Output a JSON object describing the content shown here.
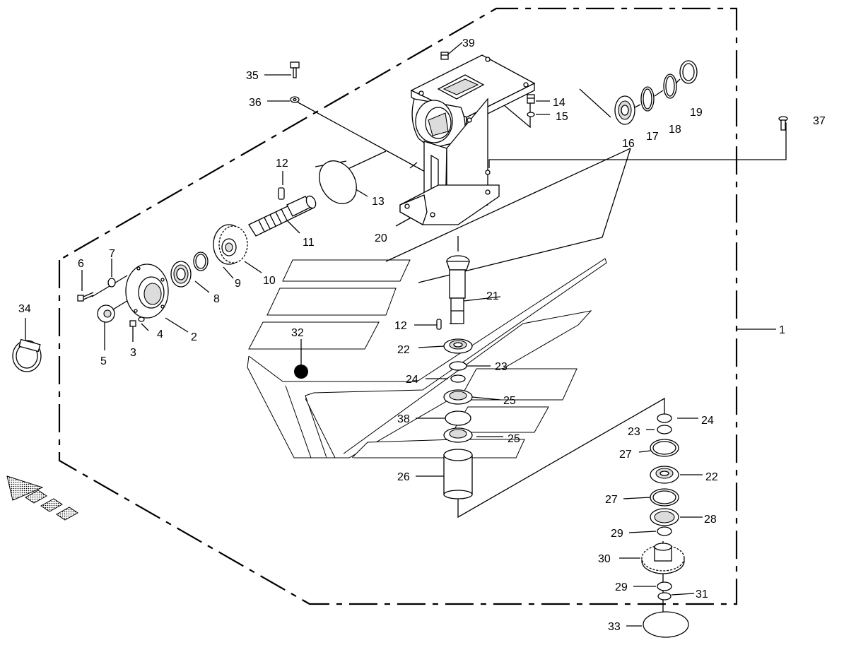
{
  "callouts": {
    "c1": "1",
    "c2": "2",
    "c3": "3",
    "c4": "4",
    "c5": "5",
    "c6": "6",
    "c7": "7",
    "c8": "8",
    "c9": "9",
    "c10": "10",
    "c11": "11",
    "c12a": "12",
    "c12b": "12",
    "c13": "13",
    "c14": "14",
    "c15": "15",
    "c16": "16",
    "c17": "17",
    "c18": "18",
    "c19": "19",
    "c20": "20",
    "c21": "21",
    "c22a": "22",
    "c22b": "22",
    "c23a": "23",
    "c23b": "23",
    "c24a": "24",
    "c24b": "24",
    "c25a": "25",
    "c25b": "25",
    "c26": "26",
    "c27a": "27",
    "c27b": "27",
    "c28": "28",
    "c29a": "29",
    "c29b": "29",
    "c30": "30",
    "c31": "31",
    "c32": "32",
    "c33": "33",
    "c34": "34",
    "c35": "35",
    "c36": "36",
    "c37": "37",
    "c38": "38",
    "c39": "39"
  },
  "colors": {
    "line": "#000000",
    "background": "#ffffff",
    "shade": "#dcdcdc"
  },
  "icons": {
    "direction_indicator": "arrow-dotted-icon"
  }
}
